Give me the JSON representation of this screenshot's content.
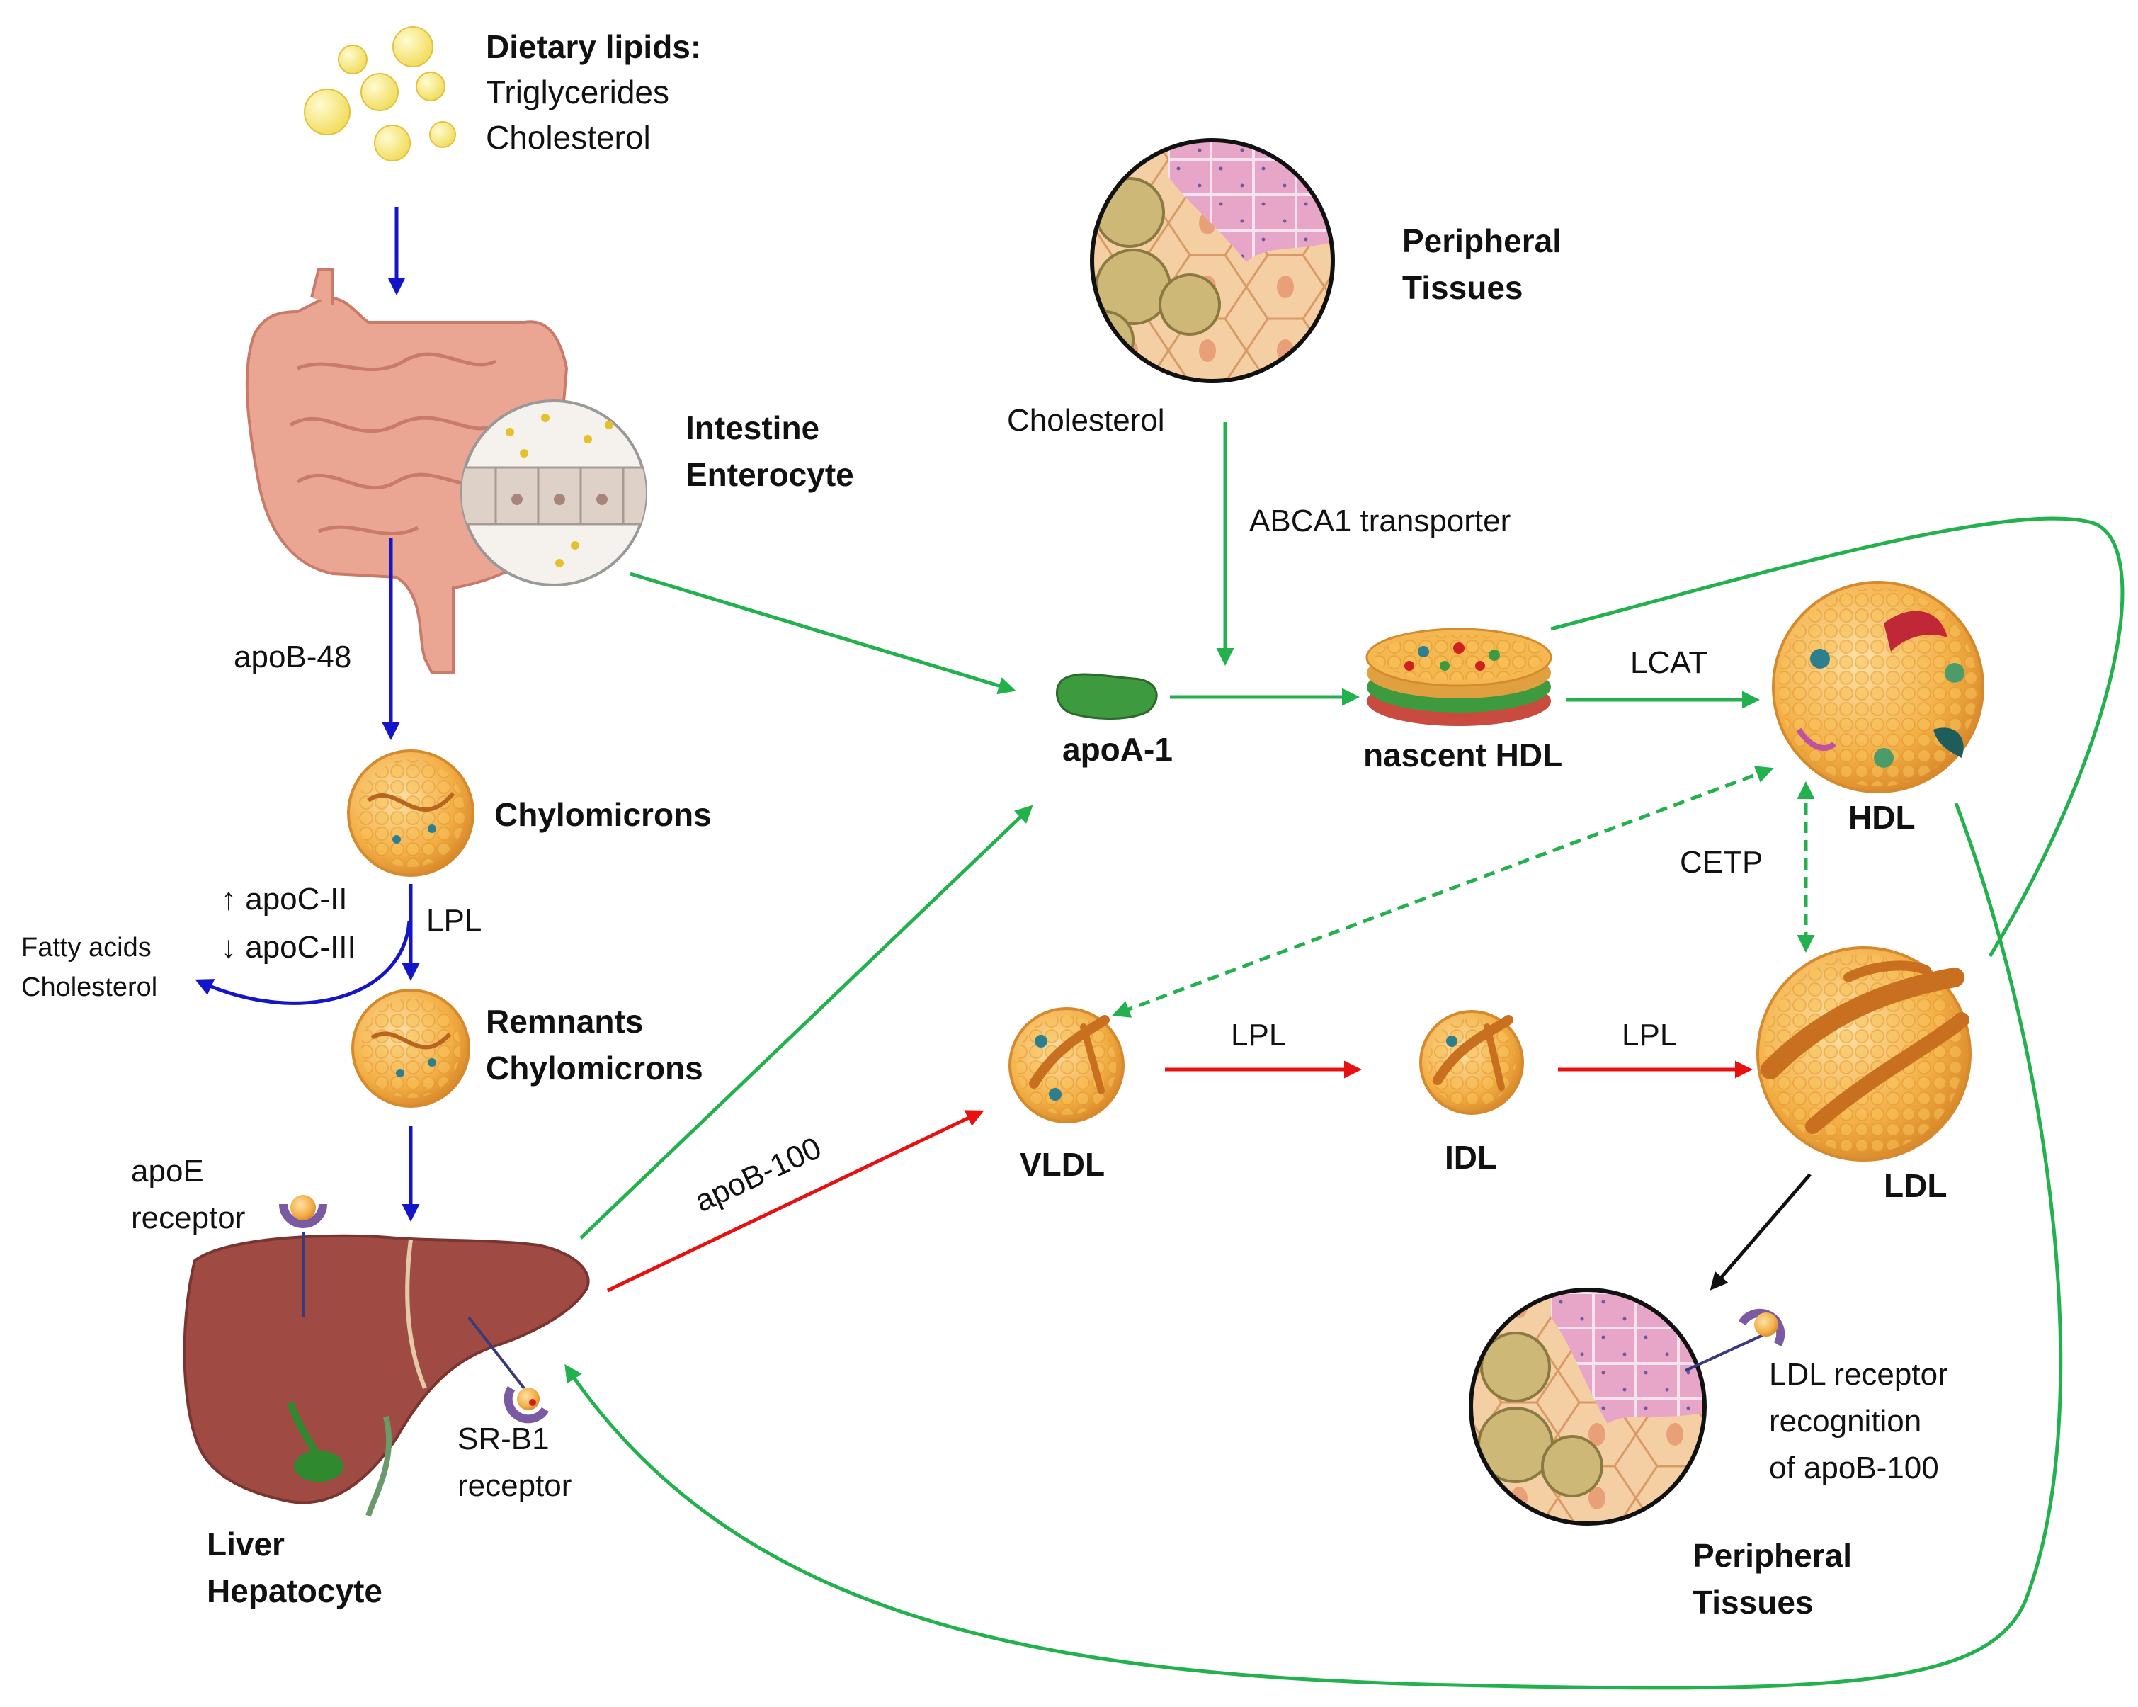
{
  "labels": {
    "dietary_title": "Dietary lipids:",
    "dietary_tg": "Triglycerides",
    "dietary_chol": "Cholesterol",
    "intestine_1": "Intestine",
    "intestine_2": "Enterocyte",
    "apob48": "apoB-48",
    "chylomicrons": "Chylomicrons",
    "apoc2": "↑ apoC-II",
    "apoc3": "↓ apoC-III",
    "lpl_chylo": "LPL",
    "fatty_acids": "Fatty acids",
    "fatty_chol": "Cholesterol",
    "remnants_1": "Remnants",
    "remnants_2": "Chylomicrons",
    "apoe_1": "apoE",
    "apoe_2": "receptor",
    "liver_1": "Liver",
    "liver_2": "Hepatocyte",
    "srb1_1": "SR-B1",
    "srb1_2": "receptor",
    "periph_top_1": "Peripheral",
    "periph_top_2": "Tissues",
    "cholesterol_mid": "Cholesterol",
    "abca1": "ABCA1 transporter",
    "apoa1": "apoA-1",
    "nascent_hdl": "nascent HDL",
    "lcat": "LCAT",
    "hdl": "HDL",
    "cetp": "CETP",
    "apob100": "apoB-100",
    "vldl": "VLDL",
    "lpl_vldl": "LPL",
    "idl": "IDL",
    "lpl_idl": "LPL",
    "ldl": "LDL",
    "ldlr_1": "LDL receptor",
    "ldlr_2": "recognition",
    "ldlr_3": "of apoB-100",
    "periph_bot_1": "Peripheral",
    "periph_bot_2": "Tissues"
  },
  "colors": {
    "blue_arrow": "#1414c8",
    "green_arrow": "#22b14c",
    "red_arrow": "#e81010",
    "black_arrow": "#111111",
    "lipoprotein": "#f2a83a",
    "liver": "#a04a44",
    "intestine": "#e8a08e",
    "apoa1": "#3e9a3e"
  }
}
